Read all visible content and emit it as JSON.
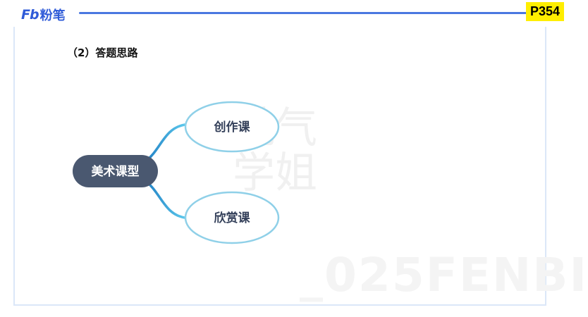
{
  "brand": {
    "logo_mark": "Fb",
    "logo_text": "粉笔"
  },
  "page_badge": "P354",
  "section_heading": "（2）答题思路",
  "mindmap": {
    "root": "美术课型",
    "children": [
      "创作课",
      "欣赏课"
    ]
  },
  "watermark": {
    "name": "桃气学姐",
    "code": "_025FENBI"
  },
  "colors": {
    "brand_blue": "#2f5bd8",
    "header_line": "#4a78e0",
    "badge_yellow": "#ffee00",
    "root_fill": "#4a5870",
    "child_border": "#8fd0e8",
    "branch": "#3fb8e0"
  }
}
